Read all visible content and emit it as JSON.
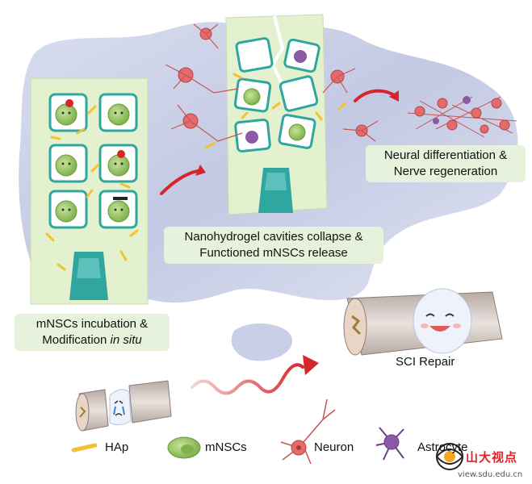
{
  "stage1": {
    "line1": "mNSCs incubation &",
    "line2_prefix": "Modification ",
    "line2_italic": "in situ"
  },
  "stage2": {
    "line1": "Nanohydrogel cavities collapse &",
    "line2": "Functioned mNSCs release"
  },
  "stage3": {
    "line1": "Neural differentiation &",
    "line2": "Nerve regeneration"
  },
  "repair_label": "SCI Repair",
  "legend": {
    "items": [
      {
        "icon": "hap-rod-icon",
        "label": "HAp"
      },
      {
        "icon": "mnsc-cell-icon",
        "label": "mNSCs"
      },
      {
        "icon": "neuron-icon",
        "label": "Neuron"
      },
      {
        "icon": "astrocyte-icon",
        "label": "Astrocyte"
      }
    ]
  },
  "watermark": {
    "text": "山大视点",
    "url": "view.sdu.edu.cn"
  },
  "colors": {
    "blob": "#c9cfe6",
    "hydrogel": "#e4f1cf",
    "label_bg": "#e6f2dc",
    "teal": "#2fa7a0",
    "arrow_red": "#d7262b",
    "cell_green": "#9dc86a",
    "neuron_red": "#e46b6b",
    "astrocyte_purple": "#8a5aa6"
  }
}
